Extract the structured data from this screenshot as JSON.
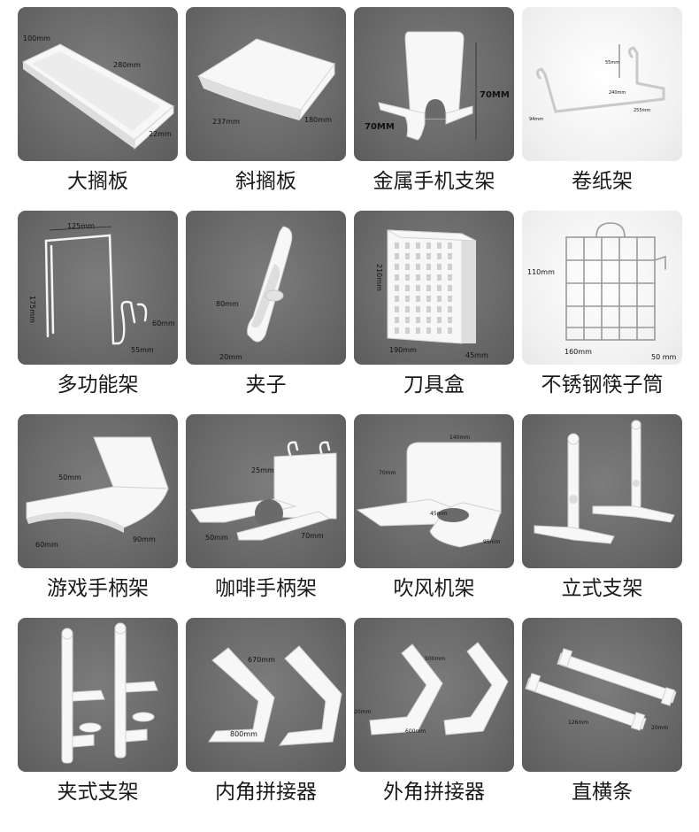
{
  "items": [
    {
      "name": "大搁板",
      "dims": [
        "100mm",
        "280mm",
        "22mm"
      ]
    },
    {
      "name": "斜搁板",
      "dims": [
        "237mm",
        "180mm"
      ]
    },
    {
      "name": "金属手机支架",
      "dims": [
        "70MM",
        "70MM"
      ]
    },
    {
      "name": "卷纸架",
      "dims": [
        "55mm",
        "240mm",
        "94mm",
        "255mm"
      ]
    },
    {
      "name": "多功能架",
      "dims": [
        "125mm",
        "175mm",
        "60mm",
        "55mm"
      ]
    },
    {
      "name": "夹子",
      "dims": [
        "80mm",
        "20mm"
      ]
    },
    {
      "name": "刀具盒",
      "dims": [
        "210mm",
        "190mm",
        "45mm"
      ]
    },
    {
      "name": "不锈钢筷子筒",
      "dims": [
        "110mm",
        "160mm",
        "50 mm"
      ]
    },
    {
      "name": "游戏手柄架",
      "dims": [
        "50mm",
        "60mm",
        "90mm"
      ]
    },
    {
      "name": "咖啡手柄架",
      "dims": [
        "25mm",
        "50mm",
        "70mm"
      ]
    },
    {
      "name": "吹风机架",
      "dims": [
        "140mm",
        "70mm",
        "45mm",
        "95mm"
      ]
    },
    {
      "name": "立式支架",
      "dims": []
    },
    {
      "name": "夹式支架",
      "dims": []
    },
    {
      "name": "内角拼接器",
      "dims": [
        "670mm",
        "800mm"
      ]
    },
    {
      "name": "外角拼接器",
      "dims": [
        "500mm",
        "20mm",
        "600mm"
      ]
    },
    {
      "name": "直横条",
      "dims": [
        "126mm",
        "20mm"
      ]
    }
  ],
  "colors": {
    "tile_bg": "#6a6a6a",
    "tile_light_bg": "#f1f1f1",
    "product": "#f7f7f7",
    "caption": "#1a1a1a"
  }
}
